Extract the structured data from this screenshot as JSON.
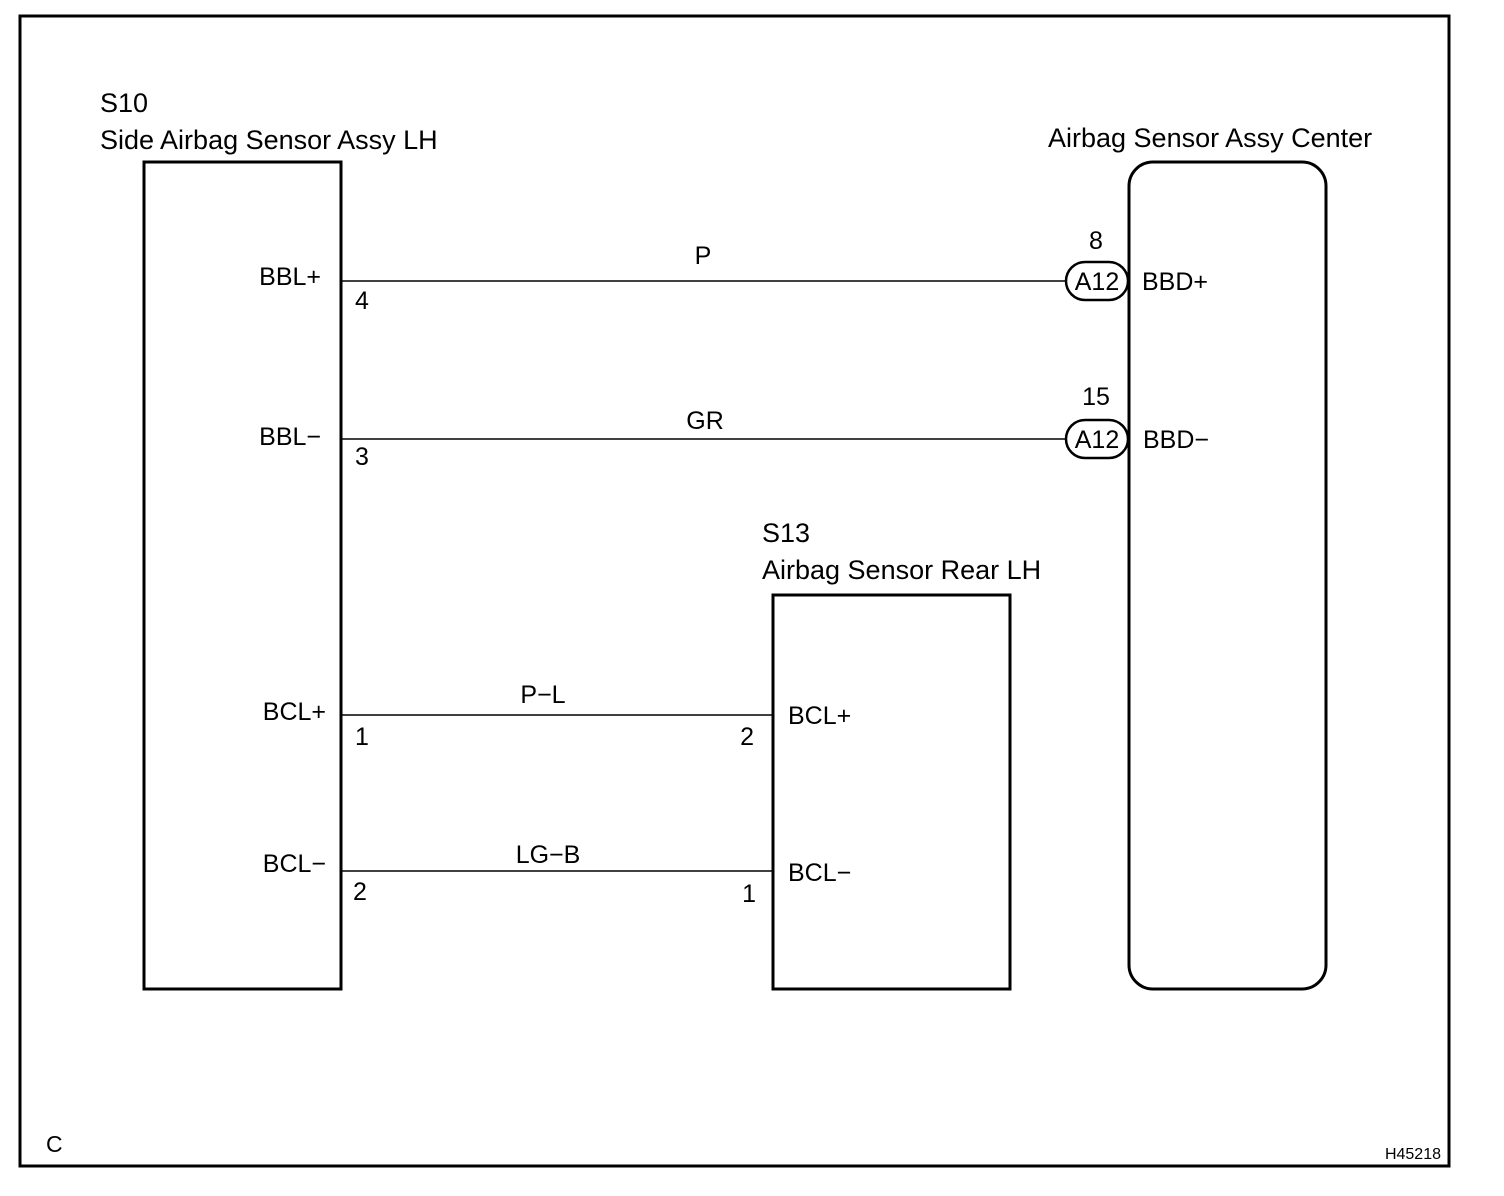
{
  "frame": {
    "corner_letter": "C",
    "figure_code": "H45218"
  },
  "components": {
    "left": {
      "code": "S10",
      "name": "Side Airbag Sensor Assy LH",
      "terminals": {
        "bbl_plus": "BBL+",
        "bbl_minus": "BBL−",
        "bcl_plus": "BCL+",
        "bcl_minus": "BCL−"
      },
      "pins": {
        "bbl_plus": "4",
        "bbl_minus": "3",
        "bcl_plus": "1",
        "bcl_minus": "2"
      }
    },
    "rear": {
      "code": "S13",
      "name": "Airbag Sensor Rear LH",
      "terminals": {
        "bcl_plus": "BCL+",
        "bcl_minus": "BCL−"
      },
      "pins": {
        "bcl_plus": "2",
        "bcl_minus": "1"
      }
    },
    "center": {
      "name": "Airbag Sensor Assy Center",
      "terminals": {
        "bbd_plus": "BBD+",
        "bbd_minus": "BBD−"
      },
      "connectors": {
        "bbd_plus": {
          "id": "A12",
          "pin": "8"
        },
        "bbd_minus": {
          "id": "A12",
          "pin": "15"
        }
      }
    }
  },
  "wires": {
    "bbd_plus": "P",
    "bbd_minus": "GR",
    "bcl_plus": "P−L",
    "bcl_minus": "LG−B"
  }
}
